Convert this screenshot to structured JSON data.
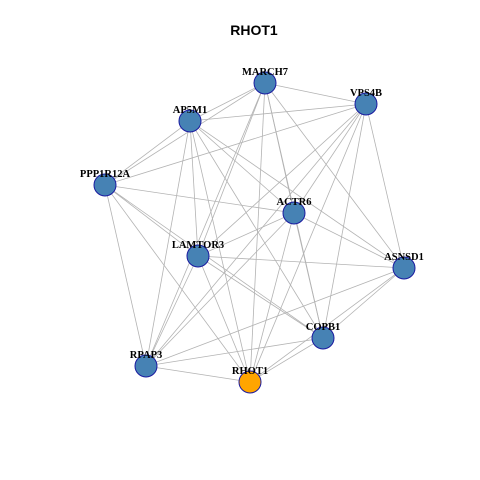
{
  "title": "RHOT1",
  "colors": {
    "default_node": "#4682b4",
    "focus_node": "#ffa500",
    "node_border": "#1a1aa0",
    "edge": "#b3b3b3"
  },
  "nodes": [
    {
      "id": "MARCH7",
      "label": "MARCH7",
      "focus": false
    },
    {
      "id": "VPS4B",
      "label": "VPS4B",
      "focus": false
    },
    {
      "id": "AP5M1",
      "label": "AP5M1",
      "focus": false
    },
    {
      "id": "PPP1R12A",
      "label": "PPP1R12A",
      "focus": false
    },
    {
      "id": "ACTR6",
      "label": "ACTR6",
      "focus": false
    },
    {
      "id": "LAMTOR3",
      "label": "LAMTOR3",
      "focus": false
    },
    {
      "id": "ASNSD1",
      "label": "ASNSD1",
      "focus": false
    },
    {
      "id": "COPB1",
      "label": "COPB1",
      "focus": false
    },
    {
      "id": "RPAP3",
      "label": "RPAP3",
      "focus": false
    },
    {
      "id": "RHOT1",
      "label": "RHOT1",
      "focus": true
    }
  ],
  "edges": [
    [
      "MARCH7",
      "VPS4B"
    ],
    [
      "MARCH7",
      "AP5M1"
    ],
    [
      "MARCH7",
      "PPP1R12A"
    ],
    [
      "MARCH7",
      "ACTR6"
    ],
    [
      "MARCH7",
      "LAMTOR3"
    ],
    [
      "MARCH7",
      "ASNSD1"
    ],
    [
      "MARCH7",
      "COPB1"
    ],
    [
      "MARCH7",
      "RPAP3"
    ],
    [
      "MARCH7",
      "RHOT1"
    ],
    [
      "VPS4B",
      "AP5M1"
    ],
    [
      "VPS4B",
      "PPP1R12A"
    ],
    [
      "VPS4B",
      "ACTR6"
    ],
    [
      "VPS4B",
      "LAMTOR3"
    ],
    [
      "VPS4B",
      "ASNSD1"
    ],
    [
      "VPS4B",
      "COPB1"
    ],
    [
      "VPS4B",
      "RPAP3"
    ],
    [
      "VPS4B",
      "RHOT1"
    ],
    [
      "AP5M1",
      "PPP1R12A"
    ],
    [
      "AP5M1",
      "ACTR6"
    ],
    [
      "AP5M1",
      "LAMTOR3"
    ],
    [
      "AP5M1",
      "ASNSD1"
    ],
    [
      "AP5M1",
      "COPB1"
    ],
    [
      "AP5M1",
      "RPAP3"
    ],
    [
      "AP5M1",
      "RHOT1"
    ],
    [
      "PPP1R12A",
      "ACTR6"
    ],
    [
      "PPP1R12A",
      "LAMTOR3"
    ],
    [
      "PPP1R12A",
      "COPB1"
    ],
    [
      "PPP1R12A",
      "RPAP3"
    ],
    [
      "PPP1R12A",
      "RHOT1"
    ],
    [
      "ACTR6",
      "LAMTOR3"
    ],
    [
      "ACTR6",
      "ASNSD1"
    ],
    [
      "ACTR6",
      "COPB1"
    ],
    [
      "ACTR6",
      "RPAP3"
    ],
    [
      "ACTR6",
      "RHOT1"
    ],
    [
      "LAMTOR3",
      "ASNSD1"
    ],
    [
      "LAMTOR3",
      "COPB1"
    ],
    [
      "LAMTOR3",
      "RPAP3"
    ],
    [
      "LAMTOR3",
      "RHOT1"
    ],
    [
      "ASNSD1",
      "COPB1"
    ],
    [
      "ASNSD1",
      "RPAP3"
    ],
    [
      "ASNSD1",
      "RHOT1"
    ],
    [
      "COPB1",
      "RPAP3"
    ],
    [
      "COPB1",
      "RHOT1"
    ],
    [
      "RPAP3",
      "RHOT1"
    ]
  ]
}
